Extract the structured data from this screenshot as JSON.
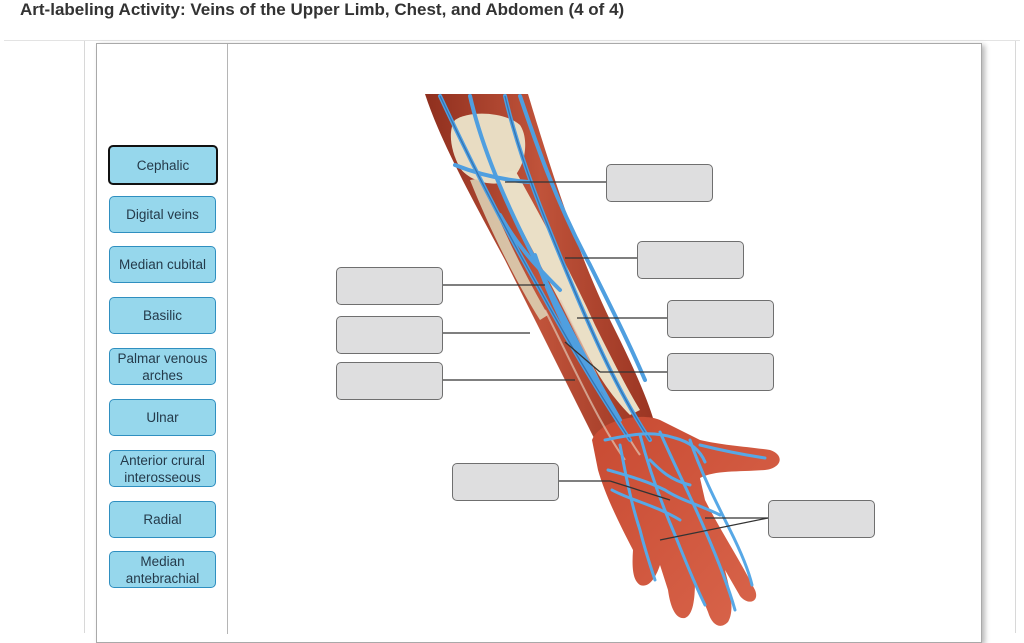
{
  "header": {
    "title": "Art-labeling Activity: Veins of the Upper Limb, Chest, and Abdomen (4 of 4)"
  },
  "label_bank": {
    "items": [
      {
        "label": "Cephalic",
        "selected": true
      },
      {
        "label": "Digital veins"
      },
      {
        "label": "Median cubital"
      },
      {
        "label": "Basilic"
      },
      {
        "label": "Palmar venous arches"
      },
      {
        "label": "Ulnar"
      },
      {
        "label": "Anterior crural interosseous"
      },
      {
        "label": "Radial"
      },
      {
        "label": "Median antebrachial"
      }
    ]
  },
  "drop_targets": {
    "count": 9,
    "state": "empty"
  },
  "colors": {
    "bank_fill": "#96d7ec",
    "bank_border": "#2f8fc0",
    "drop_fill": "#dededf",
    "muscle": "#b8492f",
    "vein": "#4f9fe0",
    "bone": "#e8dcc2",
    "skin": "#cf5338"
  }
}
